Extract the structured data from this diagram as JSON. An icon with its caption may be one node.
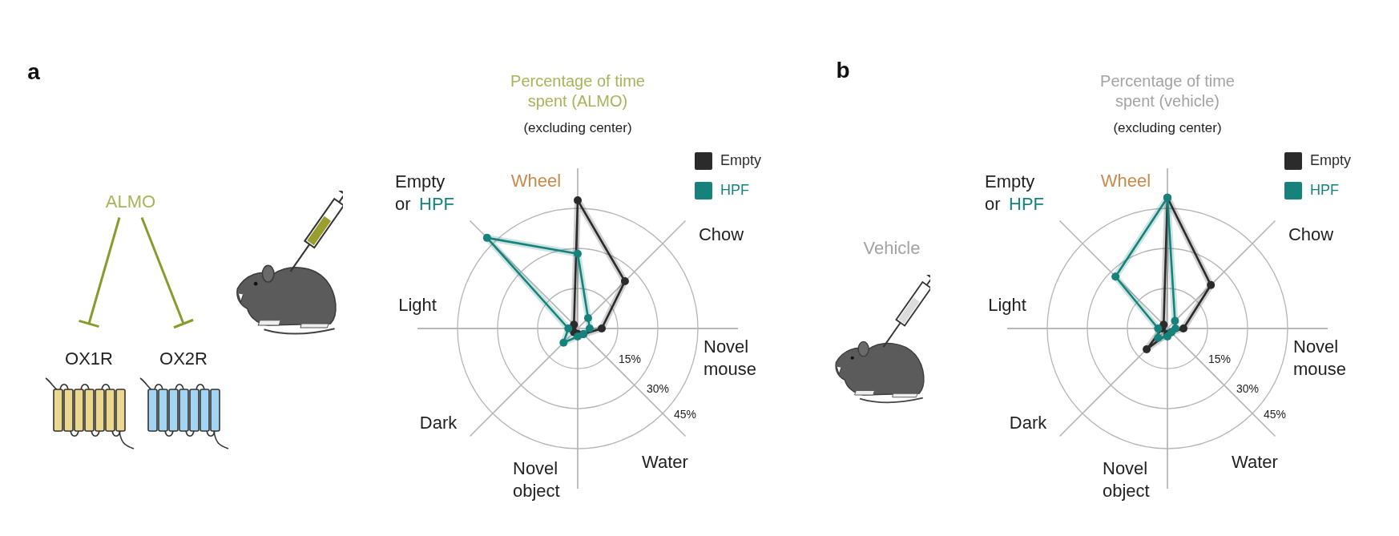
{
  "diagram": {
    "nodes": [
      {
        "text": [
          "ALMO"
        ]
      },
      {
        "text": [
          "OX1R"
        ]
      },
      {
        "text": [
          "OX2R"
        ]
      }
    ],
    "edges": [
      {
        "from": 0,
        "to": 1,
        "arrow": "other"
      },
      {
        "from": 0,
        "to": 2,
        "arrow": "other"
      }
    ],
    "labels": [
      "a",
      "Percentage of time spent (ALMO)",
      "(excluding center)",
      "Wheel",
      "Empty or",
      "HPF",
      "Chow",
      "Light",
      "Novel mouse",
      "15%",
      "30%",
      "45%",
      "Dark",
      "Novel object",
      "Water",
      "b",
      "Percentage of time spent (vehicle)",
      "(excluding center)",
      "Vehicle",
      "Wheel",
      "Empty or",
      "HPF",
      "Chow",
      "Light",
      "Novel mouse",
      "15%",
      "30%",
      "45%",
      "Dark",
      "Novel object",
      "Water"
    ],
    "legend": [
      {
        "text": "Empty",
        "color": "#2b2b2b"
      },
      {
        "text": "HPF",
        "color": "#17827c"
      },
      {
        "text": "Empty",
        "color": "#2b2b2b"
      },
      {
        "text": "HPF",
        "color": "#17827c"
      }
    ]
  }
}
